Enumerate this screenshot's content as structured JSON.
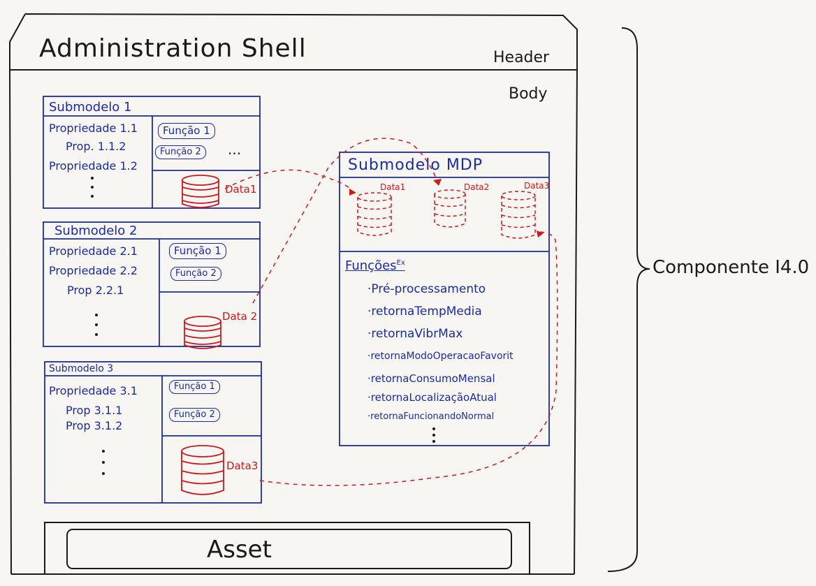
{
  "shell": {
    "title": "Administration Shell",
    "header_label": "Header",
    "body_label": "Body",
    "asset_label": "Asset"
  },
  "component_label": "Componente I4.0",
  "submodels": [
    {
      "title": "Submodelo 1",
      "properties": [
        "Propriedade 1.1",
        "Prop. 1.1.2",
        "Propriedade 1.2"
      ],
      "functions": [
        "Função 1",
        "Função 2"
      ],
      "more": "...",
      "data_label": "Data1"
    },
    {
      "title": "Submodelo 2",
      "properties": [
        "Propriedade 2.1",
        "Propriedade 2.2",
        "Prop 2.2.1"
      ],
      "functions": [
        "Função 1",
        "Função 2"
      ],
      "data_label": "Data 2"
    },
    {
      "title": "Submodelo 3",
      "properties": [
        "Propriedade 3.1",
        "Prop 3.1.1",
        "Prop 3.1.2"
      ],
      "functions": [
        "Função 1",
        "Função 2"
      ],
      "data_label": "Data3"
    }
  ],
  "mdp": {
    "title": "Submodelo MDP",
    "data_labels": [
      "Data1",
      "Data2",
      "Data3"
    ],
    "functions_title": "Funções",
    "functions_sup": "Ex",
    "functions": [
      "·Pré-processamento",
      "·retornaTempMedia",
      "·retornaVibrMax",
      "·retornaModoOperacaoFavorit",
      "·retornaConsumoMensal",
      "·retornaLocalizaçãoAtual",
      "·retornaFuncionandoNormal"
    ]
  },
  "colors": {
    "ink_black": "#1a1a1a",
    "ink_blue": "#1b2ba8",
    "ink_red": "#d01818",
    "paper": "#f7f6f3"
  }
}
